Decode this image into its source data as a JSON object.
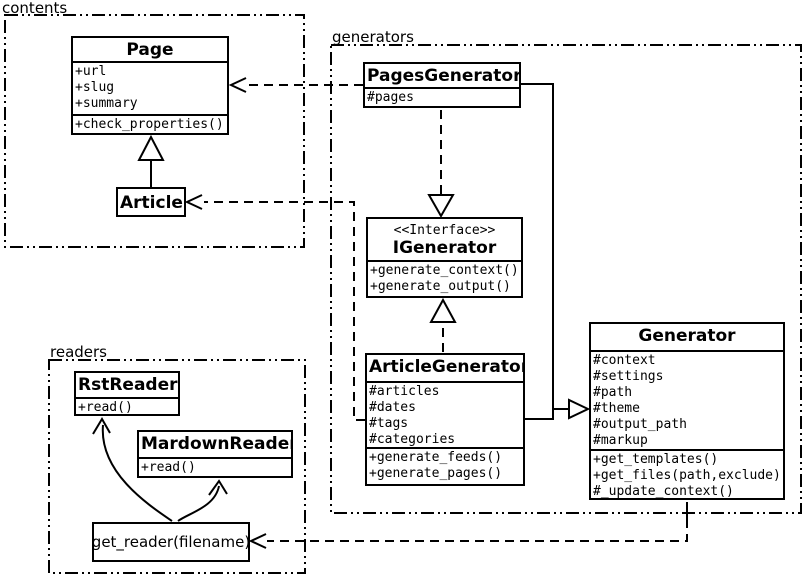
{
  "packages": {
    "contents": {
      "label": "contents"
    },
    "generators": {
      "label": "generators"
    },
    "readers": {
      "label": "readers"
    }
  },
  "classes": {
    "page": {
      "name": "Page",
      "attributes": [
        "+url",
        "+slug",
        "+summary"
      ],
      "methods": [
        "+check_properties()"
      ]
    },
    "article": {
      "name": "Article"
    },
    "pages_generator": {
      "name": "PagesGenerator",
      "attributes": [
        "#pages"
      ]
    },
    "igenerator": {
      "stereotype": "<<Interface>>",
      "name": "IGenerator",
      "methods": [
        "+generate_context()",
        "+generate_output()"
      ]
    },
    "article_generator": {
      "name": "ArticleGenerator",
      "attributes": [
        "#articles",
        "#dates",
        "#tags",
        "#categories"
      ],
      "methods": [
        "+generate_feeds()",
        "+generate_pages()"
      ]
    },
    "generator": {
      "name": "Generator",
      "attributes": [
        "#context",
        "#settings",
        "#path",
        "#theme",
        "#output_path",
        "#markup"
      ],
      "methods": [
        "+get_templates()",
        "+get_files(path,exclude)",
        "#_update_context()"
      ]
    },
    "rst_reader": {
      "name": "RstReader",
      "methods": [
        "+read()"
      ]
    },
    "mardown_reader": {
      "name": "MardownReader",
      "methods": [
        "+read()"
      ]
    },
    "get_reader": {
      "label": "get_reader(filename)"
    }
  },
  "relationships": [
    {
      "from": "Article",
      "to": "Page",
      "type": "inheritance"
    },
    {
      "from": "PagesGenerator",
      "to": "Page",
      "type": "dependency"
    },
    {
      "from": "ArticleGenerator",
      "to": "Article",
      "type": "dependency"
    },
    {
      "from": "PagesGenerator",
      "to": "IGenerator",
      "type": "realization"
    },
    {
      "from": "ArticleGenerator",
      "to": "IGenerator",
      "type": "realization"
    },
    {
      "from": "PagesGenerator",
      "to": "Generator",
      "type": "inheritance"
    },
    {
      "from": "ArticleGenerator",
      "to": "Generator",
      "type": "inheritance"
    },
    {
      "from": "Generator",
      "to": "get_reader(filename)",
      "type": "dependency"
    },
    {
      "from": "get_reader(filename)",
      "to": "RstReader",
      "type": "arrow"
    },
    {
      "from": "get_reader(filename)",
      "to": "MardownReader",
      "type": "arrow"
    }
  ],
  "colors": {
    "line": "#000000",
    "background": "#ffffff",
    "box_fill": "#ffffff"
  }
}
